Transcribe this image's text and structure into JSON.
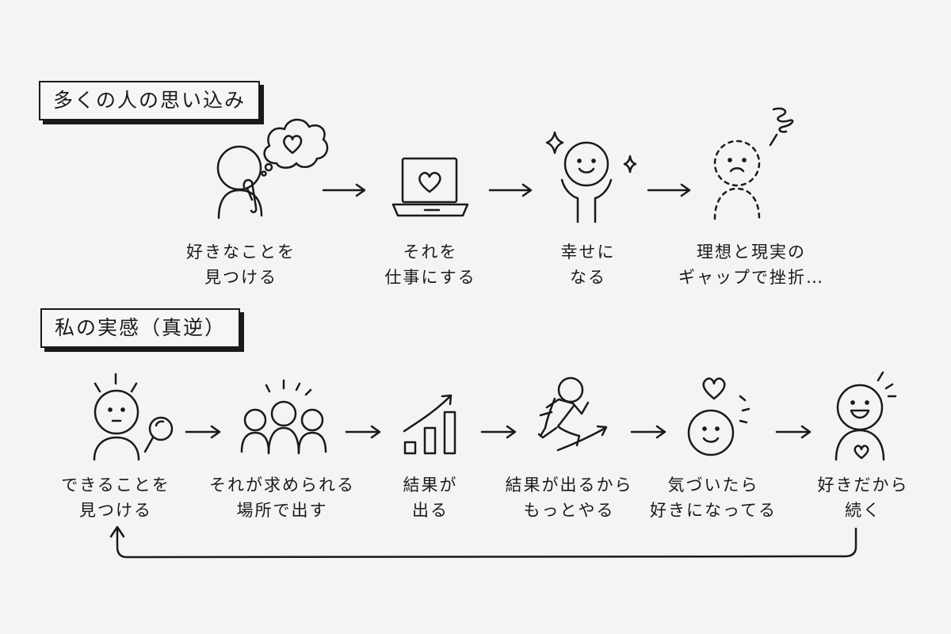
{
  "top_section": {
    "title": "多くの人の思い込み",
    "steps": [
      {
        "line1": "好きなことを",
        "line2": "見つける"
      },
      {
        "line1": "それを",
        "line2": "仕事にする"
      },
      {
        "line1": "幸せに",
        "line2": "なる"
      },
      {
        "line1": "理想と現実の",
        "line2": "ギャップで挫折…"
      }
    ]
  },
  "bottom_section": {
    "title": "私の実感（真逆）",
    "steps": [
      {
        "line1": "できることを",
        "line2": "見つける"
      },
      {
        "line1": "それが求められる",
        "line2": "場所で出す"
      },
      {
        "line1": "結果が",
        "line2": "出る"
      },
      {
        "line1": "結果が出るから",
        "line2": "もっとやる"
      },
      {
        "line1": "気づいたら",
        "line2": "好きになってる"
      },
      {
        "line1": "好きだから",
        "line2": "続く"
      }
    ]
  },
  "colors": {
    "ink": "#1a1a1a",
    "background": "#f4f4f2"
  }
}
